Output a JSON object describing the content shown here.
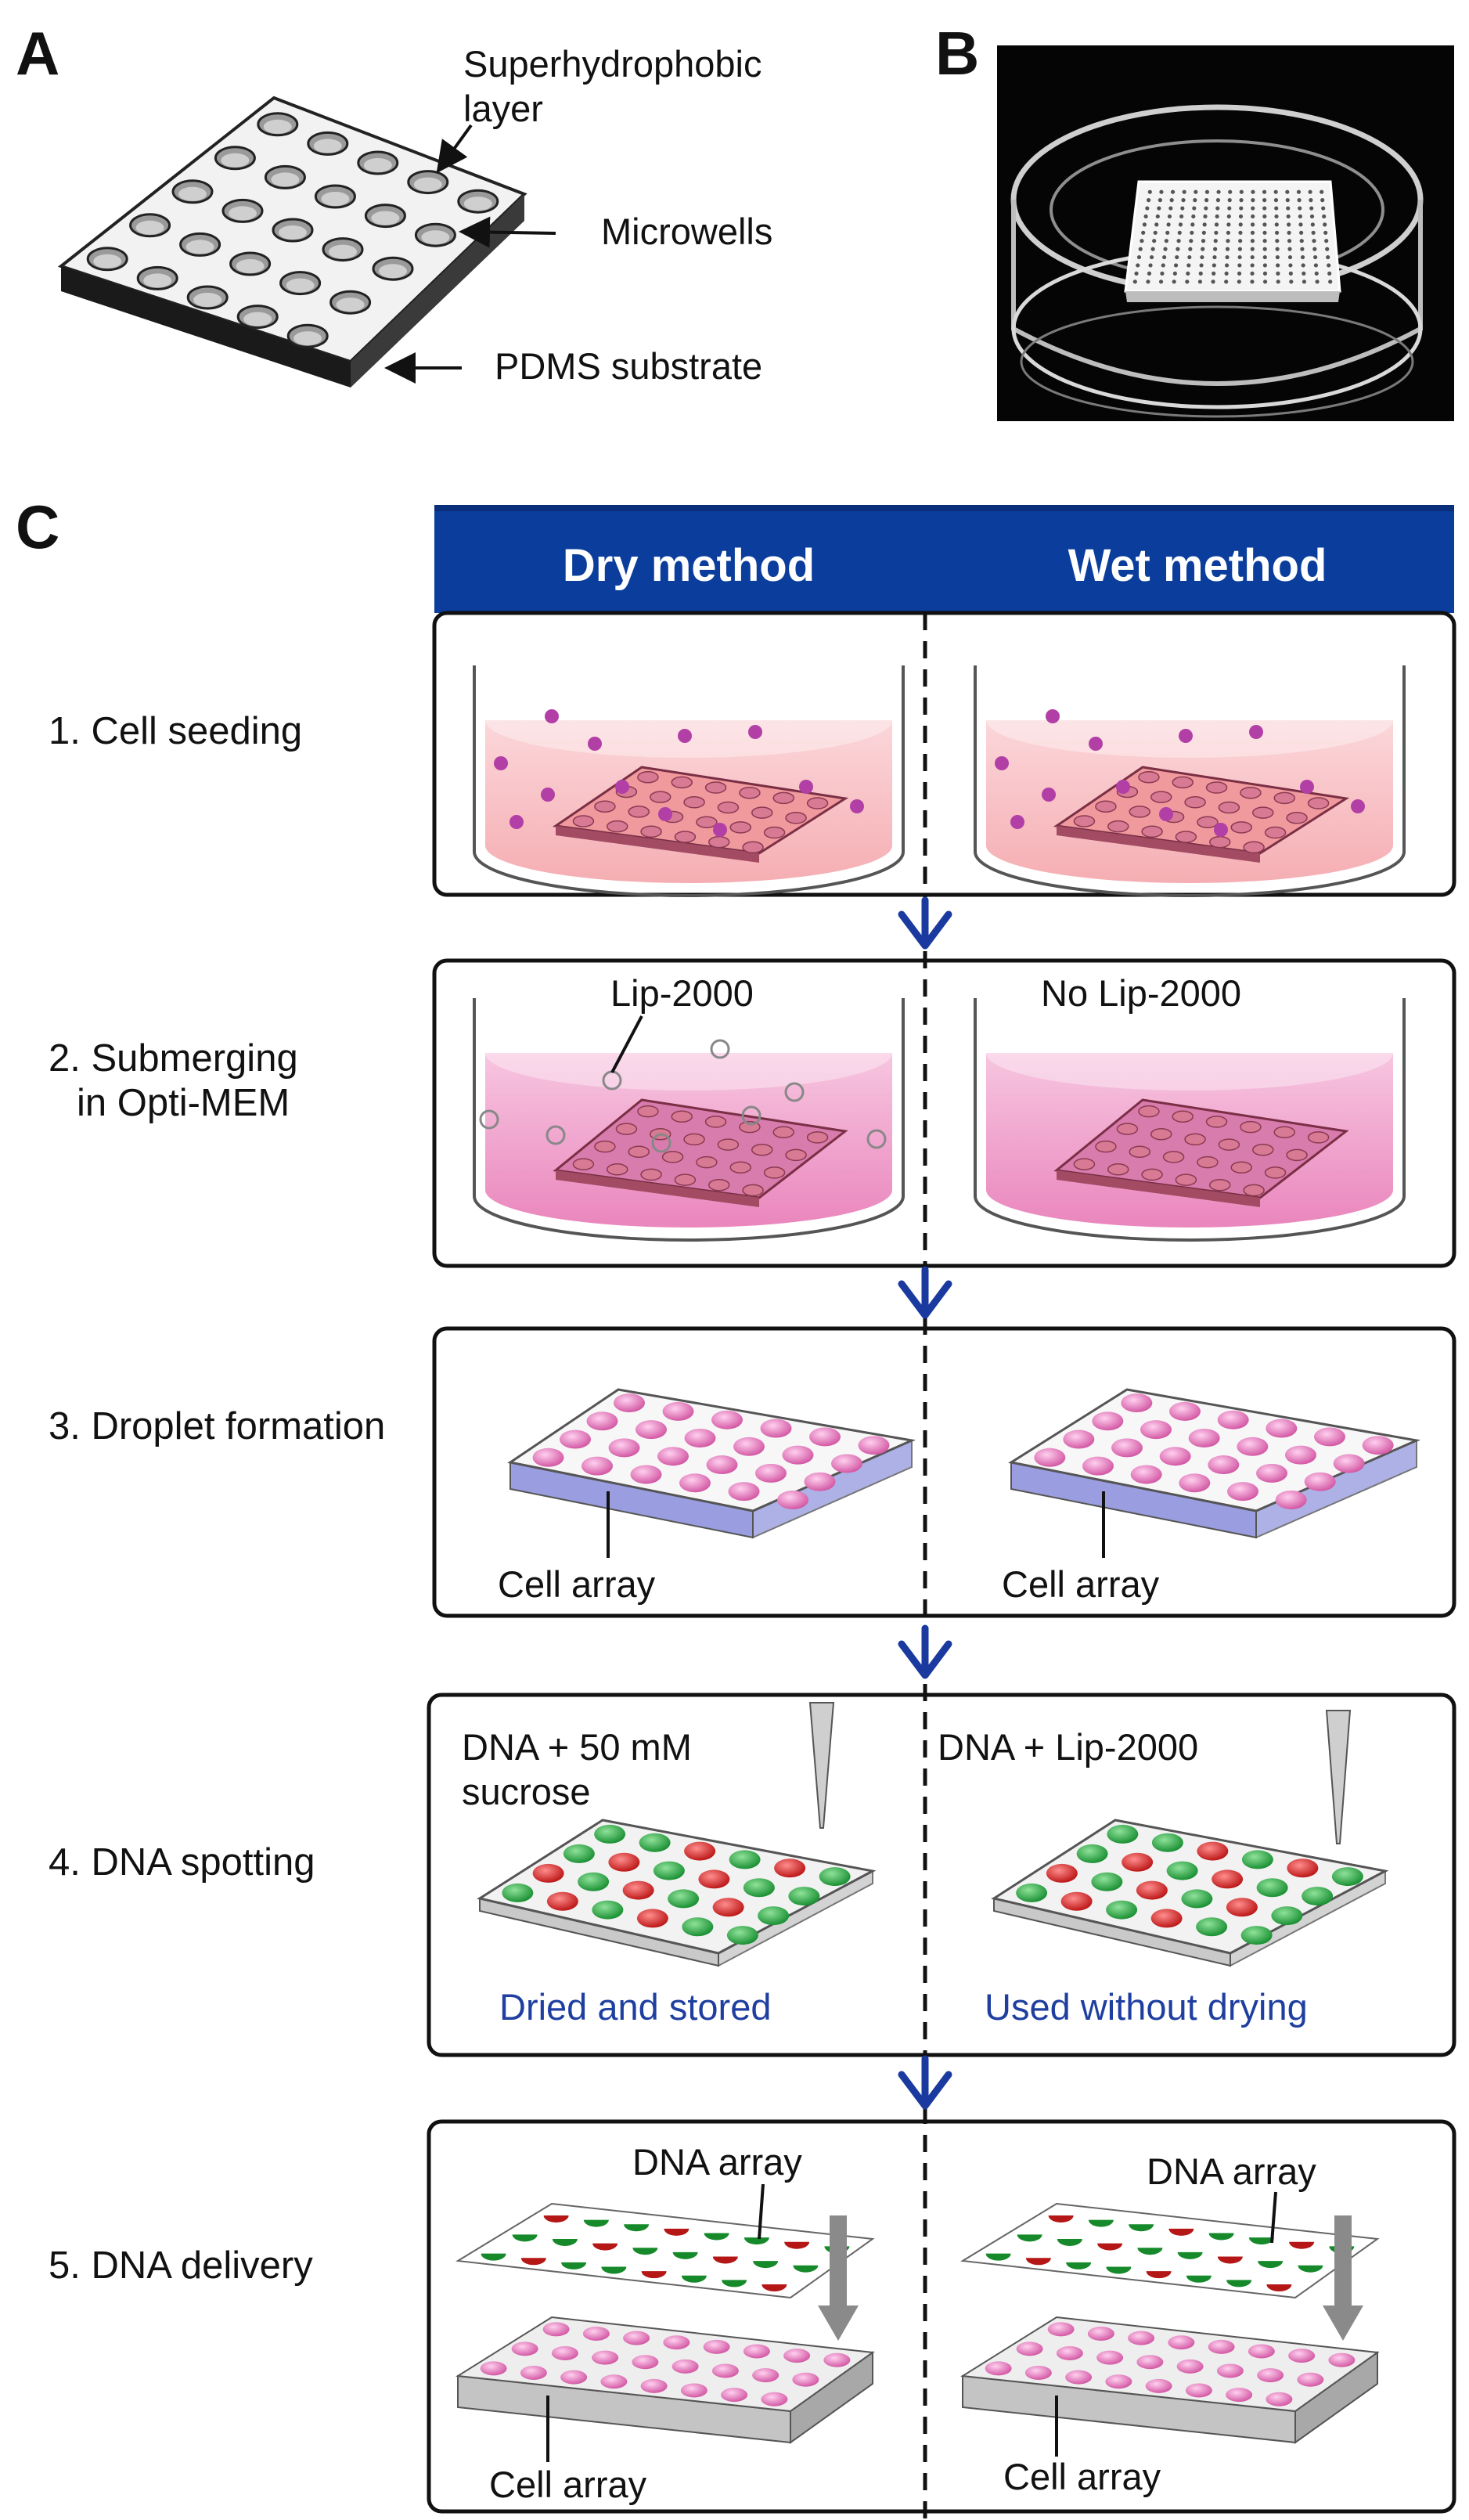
{
  "panel_a": {
    "letter": "A",
    "labels": {
      "superhydrophobic_line1": "Superhydrophobic",
      "superhydrophobic_line2": "layer",
      "microwells": "Microwells",
      "substrate": "PDMS substrate"
    }
  },
  "panel_b": {
    "letter": "B"
  },
  "panel_c": {
    "letter": "C",
    "header": {
      "dry": "Dry method",
      "wet": "Wet method"
    },
    "steps": [
      {
        "label": "1. Cell seeding"
      },
      {
        "label_line1": "2. Submerging",
        "label_line2": "in Opti-MEM",
        "dry_note": "Lip-2000",
        "wet_note": "No Lip-2000"
      },
      {
        "label": "3. Droplet formation",
        "dry_note": "Cell array",
        "wet_note": "Cell array"
      },
      {
        "label": "4. DNA spotting",
        "dry_note_line1": "DNA + 50 mM",
        "dry_note_line2": "sucrose",
        "wet_note": "DNA + Lip-2000",
        "dry_caption": "Dried and stored",
        "wet_caption": "Used without drying"
      },
      {
        "label": "5. DNA delivery",
        "dry_top": "DNA array",
        "dry_bottom": "Cell array",
        "wet_top": "DNA array",
        "wet_bottom": "Cell array"
      }
    ]
  },
  "colors": {
    "header_blue": "#0b3d9c",
    "caption_blue": "#1f3fa0",
    "cell_pink": "#e066b6",
    "dna_green": "#1e9e3a",
    "dna_red": "#cc1f1f",
    "medium_pink": "#f6c0c8",
    "optimem_pink": "#ee9cc6"
  }
}
